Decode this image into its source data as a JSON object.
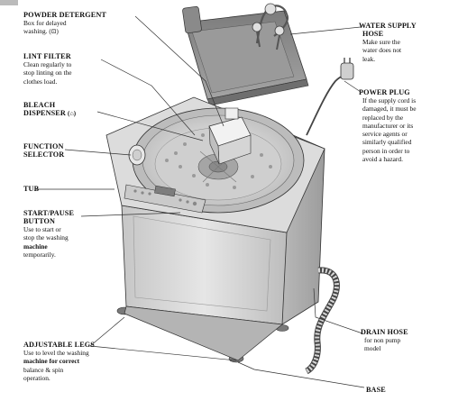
{
  "labels": {
    "powder_detergent": {
      "title": "POWDER DETERGENT",
      "desc": [
        "Box for delayed",
        "washing."
      ],
      "icon": "detergent-box-icon"
    },
    "lint_filter": {
      "title": "LINT FILTER",
      "desc": [
        "Clean regularly to",
        "stop linting on the",
        "clothes load."
      ]
    },
    "bleach_dispenser": {
      "title": [
        "BLEACH",
        "DISPENSER"
      ],
      "icon": "bleach-icon"
    },
    "function_selector": {
      "title": [
        "FUNCTION",
        "SELECTOR"
      ]
    },
    "tub": {
      "title": "TUB"
    },
    "start_pause": {
      "title": [
        "START/PAUSE",
        "BUTTON"
      ],
      "desc": [
        "Use to start or",
        "stop the washing",
        "machine",
        "temporarily."
      ]
    },
    "adjustable_legs": {
      "title": "ADJUSTABLE LEGS",
      "desc": [
        "Use to level the washing",
        "machine for correct",
        "balance & spin",
        "operation."
      ]
    },
    "water_supply_hose": {
      "title": [
        "WATER SUPPLY",
        "HOSE"
      ],
      "desc": [
        "Make sure the",
        "water does not",
        "leak."
      ]
    },
    "power_plug": {
      "title": "POWER PLUG",
      "desc": [
        "If the supply cord is",
        "damaged, it must be",
        "replaced by the",
        "manufacturer or its",
        "service agents or",
        "similarly qualified",
        "person in order to",
        "avoid a hazard."
      ]
    },
    "drain_hose": {
      "title": "DRAIN HOSE",
      "desc": [
        "for non pump",
        "model"
      ]
    },
    "base": {
      "title": "BASE"
    }
  },
  "colors": {
    "line": "#333333",
    "body_light": "#e4e4e4",
    "body_mid": "#cfcfcf",
    "body_dark": "#a9a9a9",
    "lid": "#8f8f8f",
    "tub": "#d9d9d9"
  }
}
